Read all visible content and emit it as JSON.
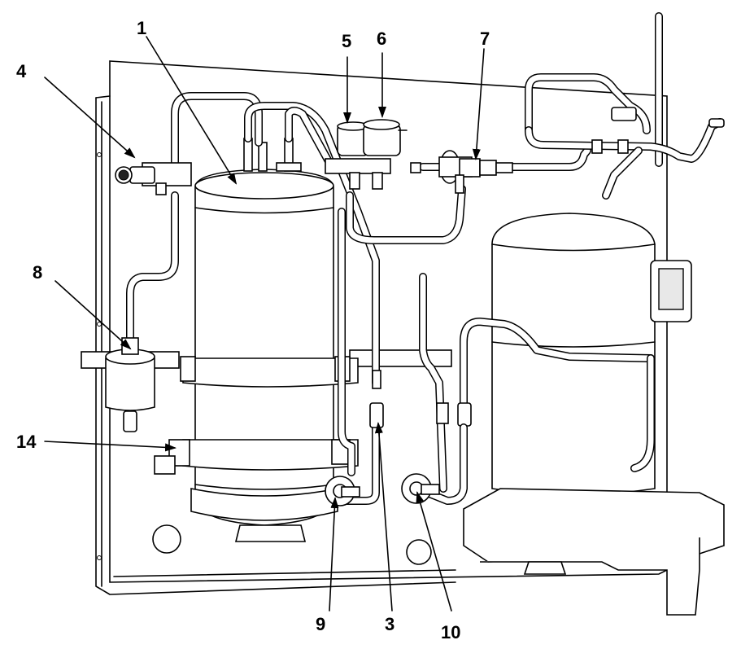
{
  "callouts": [
    {
      "id": "1",
      "label": "1"
    },
    {
      "id": "3",
      "label": "3"
    },
    {
      "id": "4",
      "label": "4"
    },
    {
      "id": "5",
      "label": "5"
    },
    {
      "id": "6",
      "label": "6"
    },
    {
      "id": "7",
      "label": "7"
    },
    {
      "id": "8",
      "label": "8"
    },
    {
      "id": "9",
      "label": "9"
    },
    {
      "id": "10",
      "label": "10"
    },
    {
      "id": "14",
      "label": "14"
    }
  ]
}
